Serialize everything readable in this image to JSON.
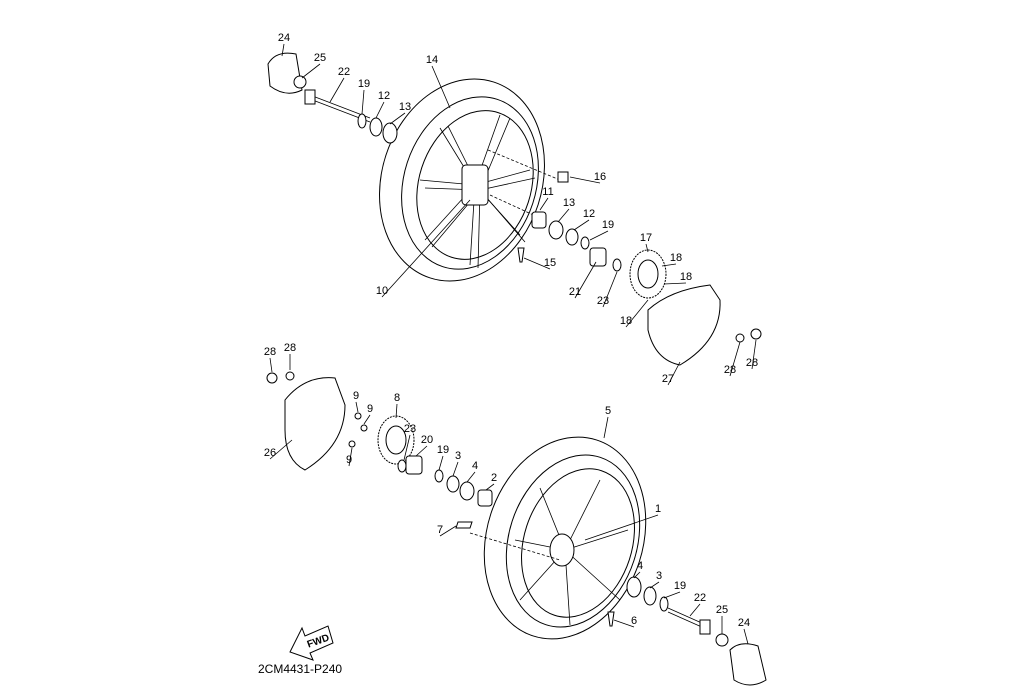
{
  "diagram": {
    "upper_assembly_callouts": [
      "24",
      "25",
      "22",
      "19",
      "12",
      "13",
      "14",
      "16",
      "11",
      "13",
      "12",
      "19",
      "17",
      "18",
      "18",
      "15",
      "10",
      "21",
      "23",
      "18",
      "27",
      "28",
      "28"
    ],
    "lower_assembly_callouts": [
      "28",
      "28",
      "9",
      "9",
      "8",
      "23",
      "20",
      "26",
      "9",
      "19",
      "3",
      "4",
      "2",
      "5",
      "1",
      "7",
      "4",
      "3",
      "19",
      "22",
      "25",
      "24",
      "6"
    ],
    "fwd_label": "FWD",
    "drawing_code": "2CM4431-P240"
  }
}
